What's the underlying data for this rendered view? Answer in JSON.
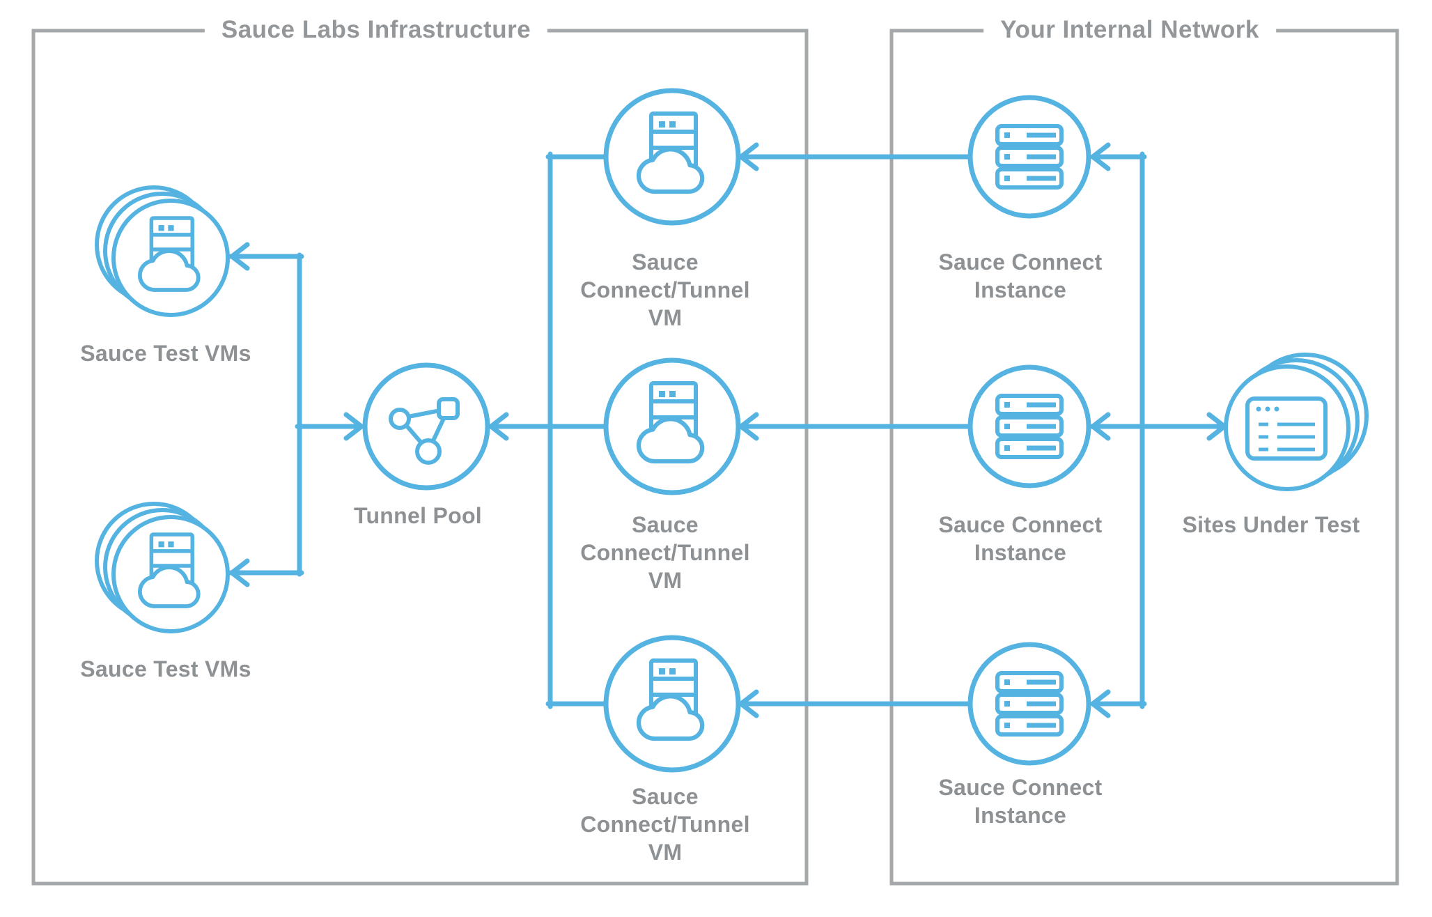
{
  "colors": {
    "accent_blue": "#55b3e2",
    "border_gray": "#a5a8aa",
    "label_gray": "#8d9194"
  },
  "sections": {
    "sauce_infrastructure": {
      "title": "Sauce Labs Infrastructure"
    },
    "internal_network": {
      "title": "Your Internal Network"
    }
  },
  "nodes": {
    "sauce_test_vms_top": {
      "label": "Sauce Test VMs",
      "icon": "cloud-server-stack-icon"
    },
    "sauce_test_vms_bottom": {
      "label": "Sauce Test VMs",
      "icon": "cloud-server-stack-icon"
    },
    "tunnel_pool": {
      "label": "Tunnel Pool",
      "icon": "network-nodes-icon"
    },
    "tunnel_vm_top": {
      "lines": [
        "Sauce",
        "Connect/Tunnel",
        "VM"
      ],
      "icon": "cloud-server-icon"
    },
    "tunnel_vm_middle": {
      "lines": [
        "Sauce",
        "Connect/Tunnel",
        "VM"
      ],
      "icon": "cloud-server-icon"
    },
    "tunnel_vm_bottom": {
      "lines": [
        "Sauce",
        "Connect/Tunnel",
        "VM"
      ],
      "icon": "cloud-server-icon"
    },
    "sc_instance_top": {
      "lines": [
        "Sauce Connect",
        "Instance"
      ],
      "icon": "server-rack-icon"
    },
    "sc_instance_middle": {
      "lines": [
        "Sauce Connect",
        "Instance"
      ],
      "icon": "server-rack-icon"
    },
    "sc_instance_bottom": {
      "lines": [
        "Sauce Connect",
        "Instance"
      ],
      "icon": "server-rack-icon"
    },
    "sites_under_test": {
      "label": "Sites Under Test",
      "icon": "browser-stack-icon"
    }
  }
}
